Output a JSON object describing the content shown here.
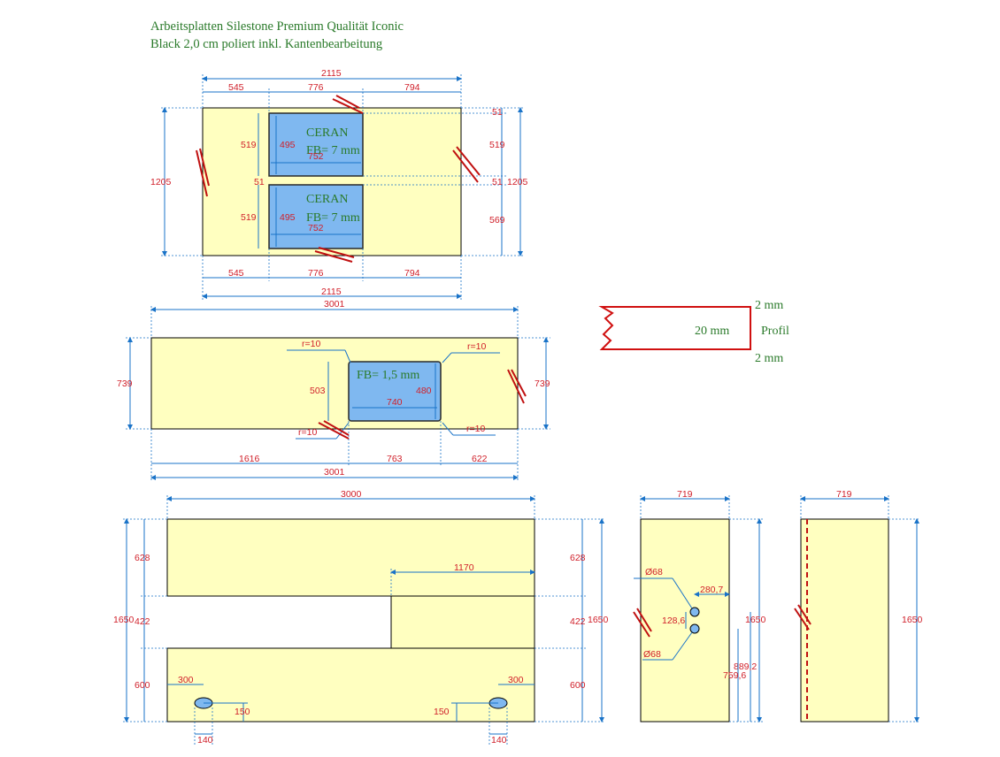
{
  "header": {
    "line1": "Arbeitsplatten Silestone Premium Qualität Iconic",
    "line2": "Black 2,0 cm poliert inkl. Kantenbearbeitung"
  },
  "colors": {
    "slab": "#ffffc0",
    "cutout": "#7fb8f0",
    "dimension": "#d0202a",
    "dimline": "#1a73c8",
    "label": "#2a7a2a",
    "profile": "#d01010"
  },
  "hob_top": {
    "top_total": "2115",
    "top_left": "545",
    "top_mid": "776",
    "top_right": "794",
    "bottom_total": "2115",
    "bottom_left": "545",
    "bottom_mid": "776",
    "bottom_right": "794",
    "height_left": "1205",
    "height_right": "1205",
    "cut1_left": "519",
    "cut1_h": "495",
    "cut1_w": "752",
    "cut2_left": "519",
    "cut2_h": "495",
    "cut2_w": "752",
    "right_top": "51",
    "right_mid1": "519",
    "right_mid2": "51",
    "right_low": "569",
    "gap_left": "51",
    "ceran_label": "CERAN",
    "fb_label1": "FB= 7 mm",
    "fb_label2": "FB= 7 mm"
  },
  "sink_top": {
    "total_top": "3001",
    "total_bottom": "3001",
    "height_left": "739",
    "height_right": "739",
    "seg_left": "1616",
    "seg_mid": "763",
    "seg_right": "622",
    "cut_h_left": "503",
    "cut_h_right": "480",
    "cut_w": "740",
    "r1": "r=10",
    "r2": "r=10",
    "r3": "r=10",
    "r4": "r=10",
    "fb_label": "FB= 1,5 mm"
  },
  "profile": {
    "top": "2 mm",
    "thickness": "20 mm",
    "bottom": "2 mm",
    "label": "Profil"
  },
  "wall_panel": {
    "width": "3000",
    "total_h_left": "1650",
    "total_h_right": "1650",
    "top_h_left": "628",
    "top_h_right": "628",
    "mid_h_left": "422",
    "mid_h_right": "422",
    "low_h_left": "600",
    "low_h_right": "600",
    "mid_right_w": "1170",
    "hole_l_x": "300",
    "hole_l_y": "150",
    "hole_l_w": "140",
    "hole_r_x": "300",
    "hole_r_y": "150",
    "hole_r_w": "140"
  },
  "side_panel_a": {
    "width": "719",
    "height": "1650",
    "hole1": "Ø68",
    "hole2": "Ø68",
    "dx": "280,7",
    "dy": "128,6",
    "h1": "889,2",
    "h2": "759,6"
  },
  "side_panel_b": {
    "width": "719",
    "height": "1650"
  }
}
